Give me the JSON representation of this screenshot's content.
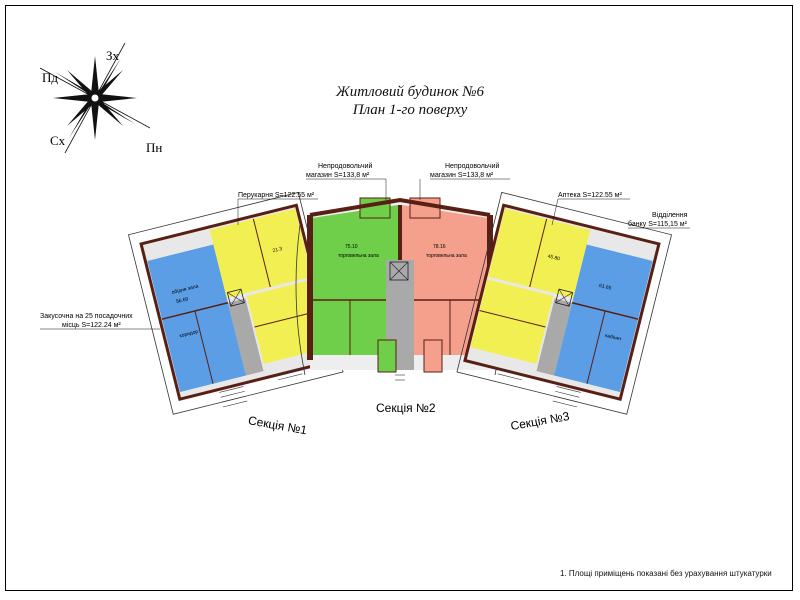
{
  "title": {
    "line1": "Житловий будинок №6",
    "line2": "План 1-го поверху"
  },
  "compass": {
    "north_west": "Пд",
    "north_east": "Зх",
    "south_west": "Сх",
    "south_east": "Пн"
  },
  "sections": {
    "s1": "Секція №1",
    "s2": "Секція №2",
    "s3": "Секція №3"
  },
  "callouts": {
    "shop_left_1": "Непродовольчий",
    "shop_left_2": "магазин S=133,8 м²",
    "shop_right_1": "Непродовольчий",
    "shop_right_2": "магазин S=133,8 м²",
    "barber": "Перукарня S=122.55 м²",
    "pharmacy": "Аптека S=122.55 м²",
    "bank_1": "Відділення",
    "bank_2": "банку S=115,15 м²",
    "snack_1": "Закусочна на 25 посадочних",
    "snack_2": "місць S=122.24 м²"
  },
  "rooms": {
    "trade_hall": "торговельна зала",
    "trade_area_green": "75.10",
    "trade_area_pink": "78.16",
    "area_blue_left": "56.69",
    "area_yellow_left": "21.3",
    "area_yellow_right": "45.80",
    "area_blue_right": "61.65",
    "dining": "обідня зала",
    "corridor": "коридор",
    "cabinet": "кабінет"
  },
  "colors": {
    "blue": "#5b9ee6",
    "yellow": "#f2ef52",
    "green": "#6fcf4a",
    "pink": "#f4a08c",
    "gray": "#a9a9a9",
    "wall": "#5a1f14"
  },
  "footnote": "1. Площі приміщень показані без урахування штукатурки"
}
